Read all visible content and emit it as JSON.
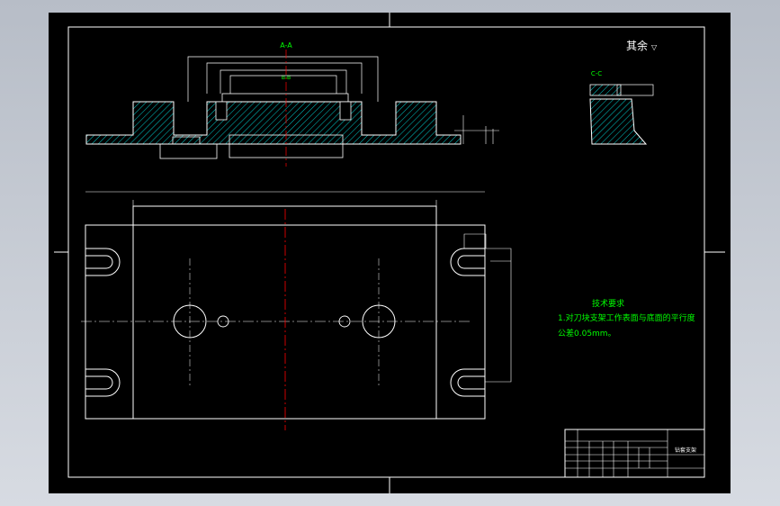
{
  "colors": {
    "background": "#000000",
    "outline": "#ffffff",
    "title": "#00ff00",
    "dimension": "#00ff00",
    "hatch": "#00ffff",
    "centerline": "#ff0000",
    "annotation": "#ffff00"
  },
  "section_aa_label": "A-A",
  "section_bb_label": "B-B",
  "section_cc_label": "C-C",
  "roughness_note": "其余",
  "roughness_symbol": "▽",
  "tech_req": {
    "title": "技术要求",
    "line1": "1.对刀块支架工作表面与底面的平行度",
    "line2": "公差0.05mm。"
  },
  "title_block": {
    "part_name": "钻套支架"
  }
}
